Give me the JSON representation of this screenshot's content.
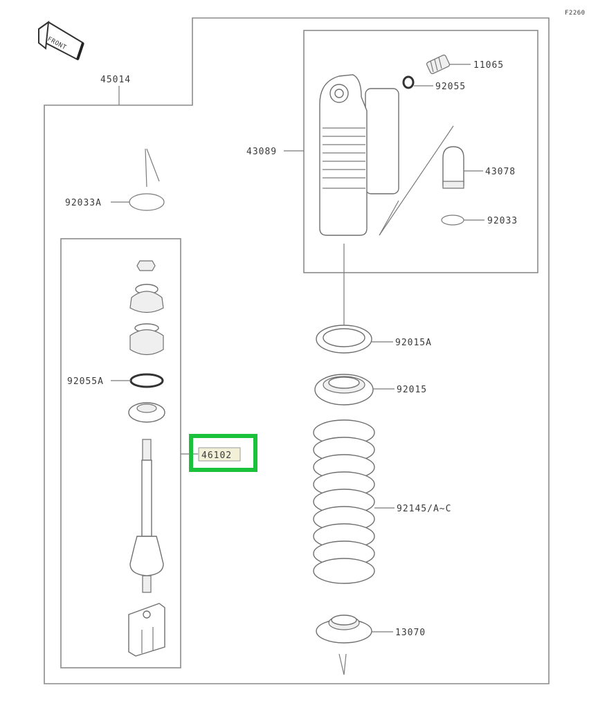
{
  "diagram_code": "F2260",
  "front_label": "FRONT",
  "highlight_color": "#19c23a",
  "labels": {
    "assembly": "45014",
    "shock_body": "43089",
    "valve": "11065",
    "oring_top": "92055",
    "reservoir_cap": "43078",
    "snap_ring": "92033",
    "snap_ring_a": "92033A",
    "oring_a": "92055A",
    "rod_assembly": "46102",
    "lock_nut_a": "92015A",
    "lock_nut": "92015",
    "spring": "92145/A~C",
    "spring_seat": "13070"
  }
}
